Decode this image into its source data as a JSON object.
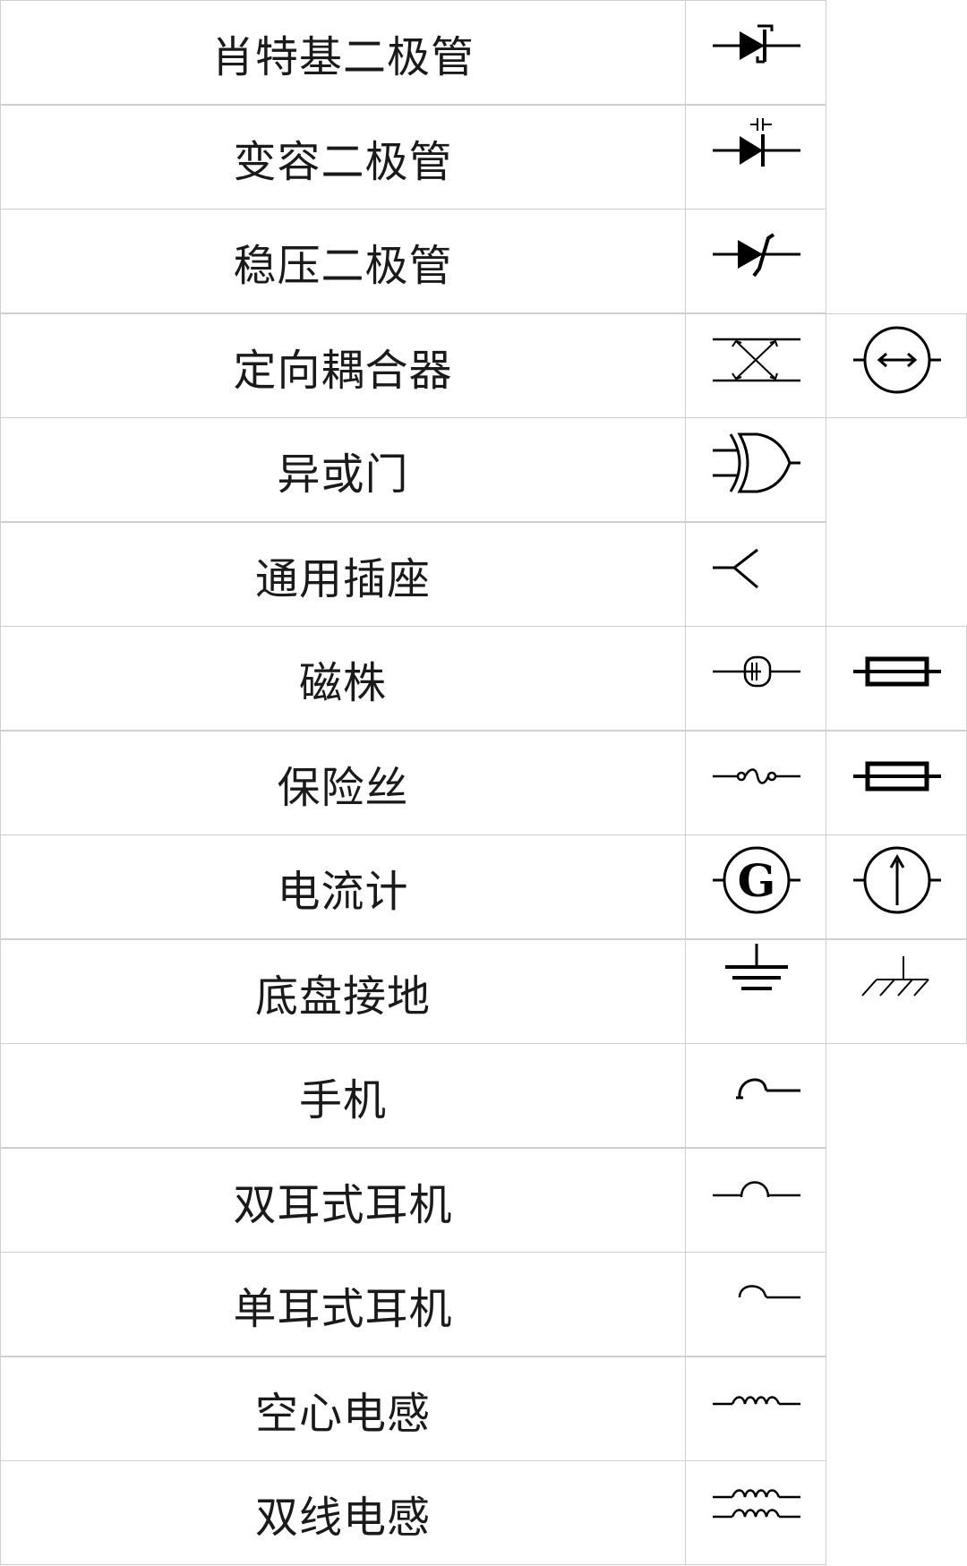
{
  "rows": [
    {
      "name": "肖特基二极管",
      "symbols": [
        "schottky-diode-icon"
      ]
    },
    {
      "name": "变容二极管",
      "symbols": [
        "varactor-diode-icon"
      ]
    },
    {
      "name": "稳压二极管",
      "symbols": [
        "zener-diode-icon"
      ]
    },
    {
      "name": "定向耦合器",
      "symbols": [
        "directional-coupler-icon",
        "directional-coupler-circle-icon"
      ]
    },
    {
      "name": "异或门",
      "symbols": [
        "xor-gate-icon"
      ]
    },
    {
      "name": "通用插座",
      "symbols": [
        "socket-icon"
      ]
    },
    {
      "name": "磁株",
      "symbols": [
        "ferrite-bead-icon",
        "ferrite-bead-box-icon"
      ]
    },
    {
      "name": "保险丝",
      "symbols": [
        "fuse-wire-icon",
        "fuse-box-icon"
      ]
    },
    {
      "name": "电流计",
      "symbols": [
        "galvanometer-g-icon",
        "galvanometer-arrow-icon"
      ]
    },
    {
      "name": "底盘接地",
      "symbols": [
        "earth-ground-icon",
        "chassis-ground-icon"
      ]
    },
    {
      "name": "手机",
      "symbols": [
        "handset-icon"
      ]
    },
    {
      "name": "双耳式耳机",
      "symbols": [
        "stereo-headphone-icon"
      ]
    },
    {
      "name": "单耳式耳机",
      "symbols": [
        "mono-earphone-icon"
      ]
    },
    {
      "name": "空心电感",
      "symbols": [
        "air-core-inductor-icon"
      ]
    },
    {
      "name": "双线电感",
      "symbols": [
        "bifilar-inductor-icon"
      ]
    }
  ]
}
